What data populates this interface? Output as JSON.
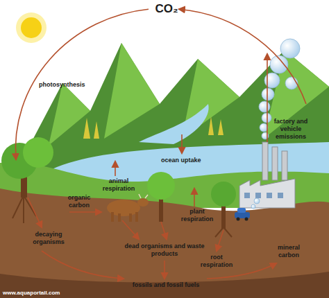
{
  "diagram": {
    "labels": [
      "CO₂",
      "photosynthesis",
      "factory and vehicle emissions",
      "ocean uptake",
      "animal respiration",
      "organic carbon",
      "plant respiration",
      "decaying organisms",
      "dead organisms and waste products",
      "root respiration",
      "mineral carbon",
      "fossils and fossil fuels",
      "www.aquaportail.com"
    ]
  }
}
